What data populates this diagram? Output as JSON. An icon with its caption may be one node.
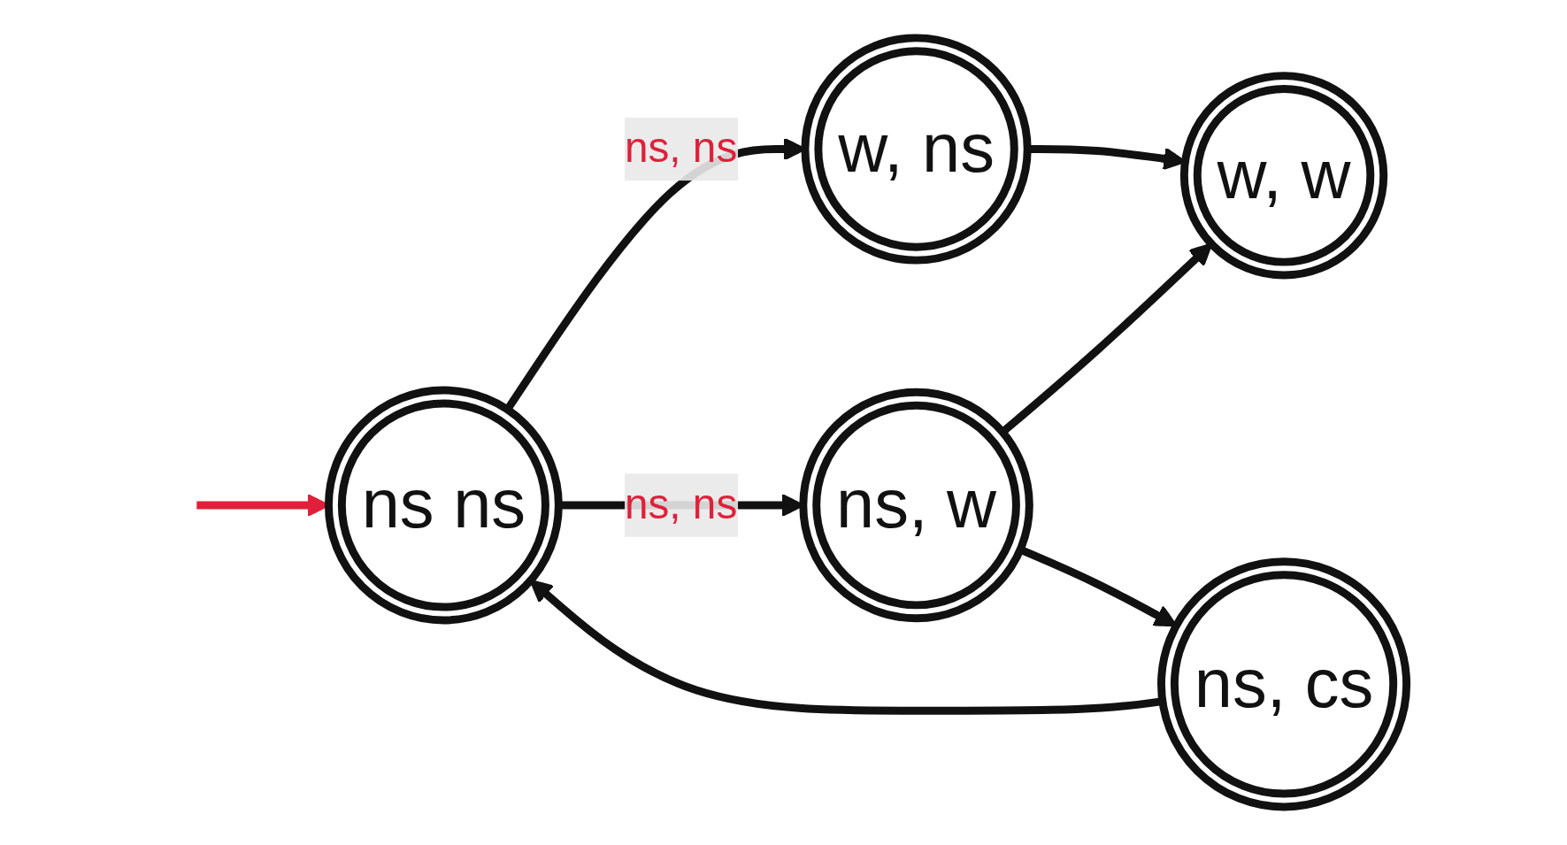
{
  "diagram": {
    "nodes": [
      {
        "text": [
          "ns ns"
        ]
      },
      {
        "text": [
          "w, ns"
        ]
      },
      {
        "text": [
          "w, w"
        ]
      },
      {
        "text": [
          "ns, w"
        ]
      },
      {
        "text": [
          "ns, cs"
        ]
      }
    ],
    "edges": [
      {
        "from": null,
        "to": 0,
        "arrow": "to",
        "color": "#e0203a"
      },
      {
        "from": 0,
        "to": 1,
        "arrow": "to",
        "label": "ns, ns"
      },
      {
        "from": 0,
        "to": 3,
        "arrow": "to",
        "label": "ns, ns"
      },
      {
        "from": 1,
        "to": 2,
        "arrow": "to"
      },
      {
        "from": 3,
        "to": 2,
        "arrow": "to"
      },
      {
        "from": 3,
        "to": 4,
        "arrow": "to"
      },
      {
        "from": 4,
        "to": 0,
        "arrow": "to"
      }
    ]
  }
}
